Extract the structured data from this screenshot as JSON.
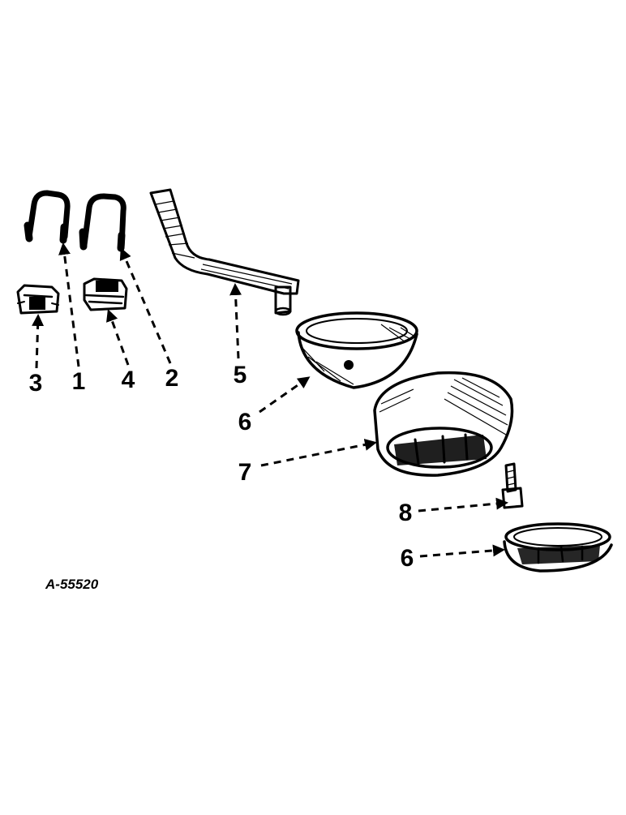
{
  "diagram_code": "A-55520",
  "callouts": {
    "c1": "1",
    "c2": "2",
    "c3": "3",
    "c4": "4",
    "c5": "5",
    "c6a": "6",
    "c6b": "6",
    "c7": "7",
    "c8": "8"
  },
  "colors": {
    "ink": "#000000",
    "paper": "#ffffff"
  }
}
